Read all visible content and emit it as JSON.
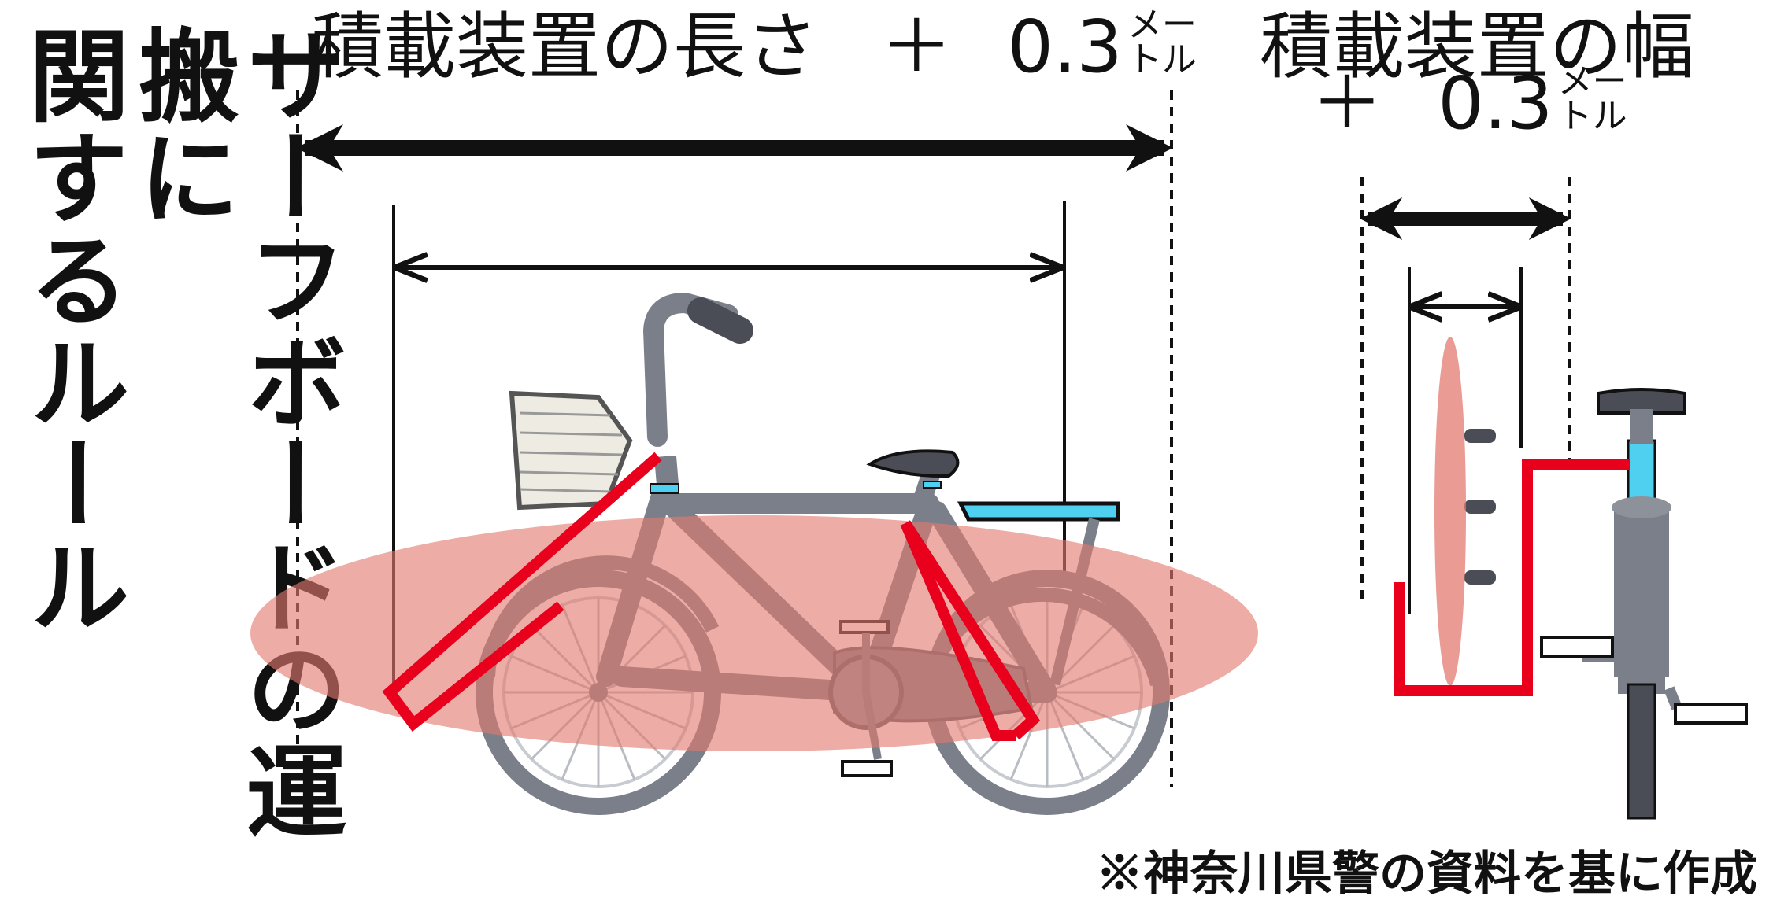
{
  "title_col1": "関するルール",
  "title_col2": "サーフボードの運搬に",
  "length_label": "積載装置の長さ",
  "width_label": "積載装置の幅",
  "plus": "＋",
  "offset_value": "0.3",
  "unit_top": "メー",
  "unit_bottom": "トル",
  "source_note": "※神奈川県警の資料を基に作成",
  "colors": {
    "rack_red": "#e8001c",
    "board_pink": "#e27a70",
    "frame_gray": "#7a7f8a",
    "accent_cyan": "#4fd0f0"
  }
}
